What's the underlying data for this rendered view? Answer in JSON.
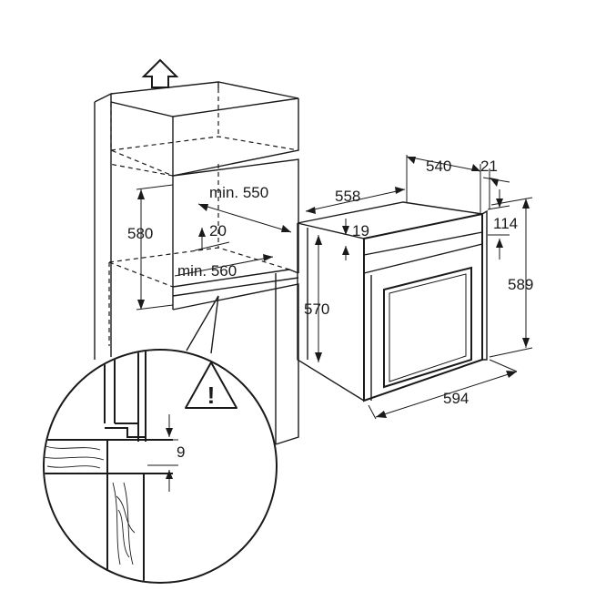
{
  "cabinet": {
    "min_width": "min. 550",
    "min_depth": "min. 560",
    "height": "580",
    "clearance": "20"
  },
  "oven": {
    "width": "594",
    "depth_total": "558",
    "depth_body": "540",
    "front_thickness": "21",
    "panel_height": "114",
    "height": "589",
    "body_height": "570",
    "top_offset": "19"
  },
  "detail": {
    "gap": "9",
    "warning_symbol": "!"
  }
}
